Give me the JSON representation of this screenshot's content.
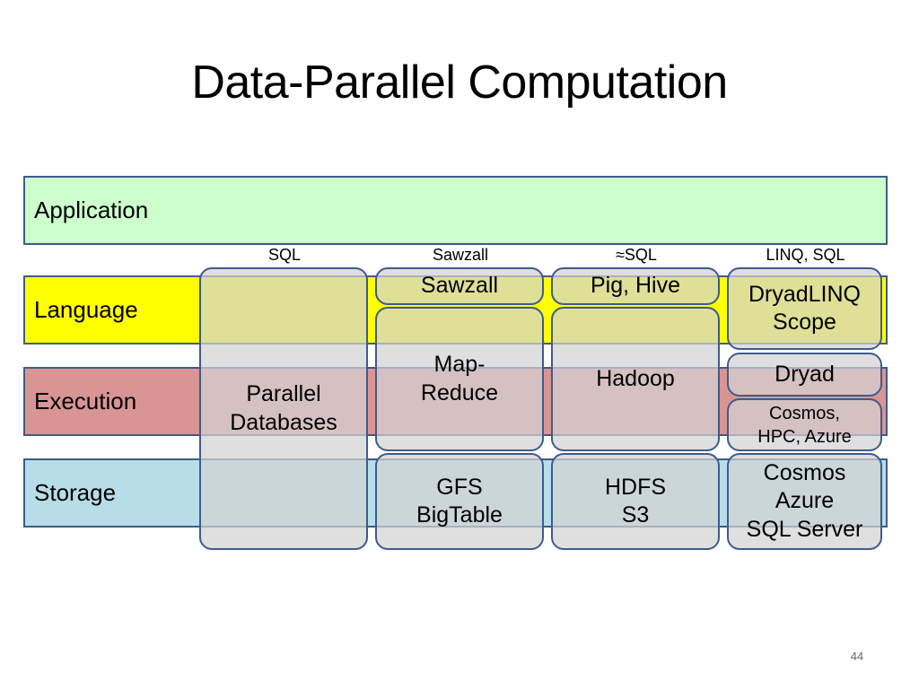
{
  "title": "Data-Parallel Computation",
  "layers": {
    "application": "Application",
    "language": "Language",
    "execution": "Execution",
    "storage": "Storage"
  },
  "column_headers": [
    "SQL",
    "Sawzall",
    "≈SQL",
    "LINQ, SQL"
  ],
  "boxes": {
    "parallel_db": [
      "Parallel",
      "Databases"
    ],
    "sawzall": "Sawzall",
    "mapreduce": [
      "Map-",
      "Reduce"
    ],
    "gfs": [
      "GFS",
      "BigTable"
    ],
    "pig": "Pig, Hive",
    "hadoop": "Hadoop",
    "hdfs": [
      "HDFS",
      "S3"
    ],
    "dryadlinq": [
      "DryadLINQ",
      "Scope"
    ],
    "dryad": "Dryad",
    "cosmos_hpc": [
      "Cosmos,",
      "HPC, Azure"
    ],
    "cosmos_storage": [
      "Cosmos",
      "Azure",
      "SQL Server"
    ]
  },
  "page_number": "44",
  "colors": {
    "application": "#ccffcc",
    "language": "#ffff00",
    "execution": "#d99594",
    "storage": "#b7dde8",
    "border": "#3f5b8a",
    "box_fill": "#d2d2d2"
  }
}
